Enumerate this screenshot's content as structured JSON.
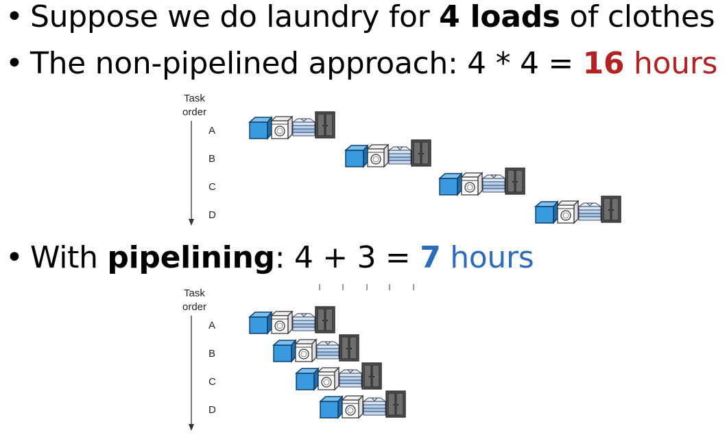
{
  "bullets": {
    "b1": {
      "dot": "•",
      "pre": "Suppose we do laundry for ",
      "bold": "4 loads",
      "post": " of clothes"
    },
    "b2": {
      "dot": "•",
      "pre": "The non-pipelined approach: 4 * 4 = ",
      "num": "16",
      "post": " hours"
    },
    "b3": {
      "dot": "•",
      "pre": "With ",
      "bold": "pipelining",
      "mid": ": 4 + 3 = ",
      "num": "7",
      "post": " hours"
    }
  },
  "axis": {
    "title_line1": "Task",
    "title_line2": "order"
  },
  "tasks": [
    "A",
    "B",
    "C",
    "D"
  ],
  "icons": [
    "washer-icon",
    "dryer-icon",
    "folded-clothes-icon",
    "closet-icon"
  ],
  "colors": {
    "washer": "#3a9ae0",
    "closet": "#555555",
    "red": "#b22222",
    "blue": "#2e6bb8"
  }
}
